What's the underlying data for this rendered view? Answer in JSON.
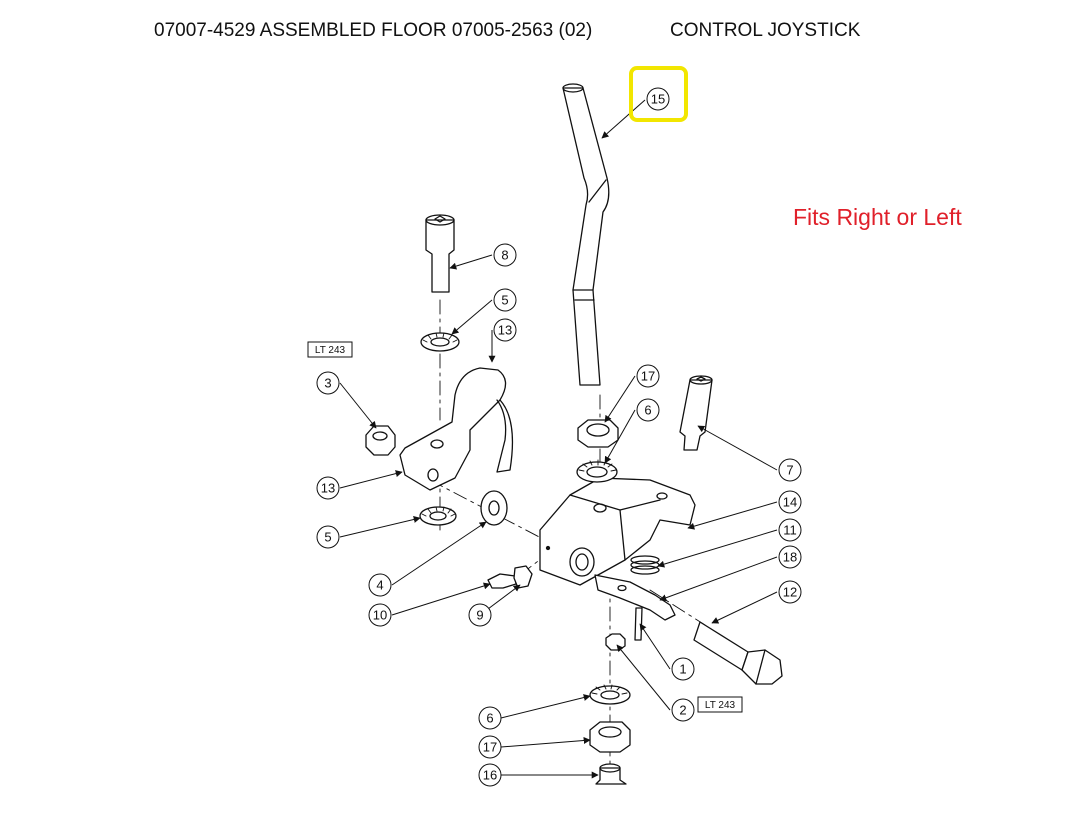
{
  "header": {
    "title_left": "07007-4529 ASSEMBLED FLOOR  07005-2563 (02)",
    "title_right": "CONTROL JOYSTICK"
  },
  "note": "Fits Right or Left",
  "highlight": {
    "callout": "15",
    "color": "#f2e600"
  },
  "note_color": "#e0202a",
  "callouts": [
    "15",
    "8",
    "5",
    "13",
    "3",
    "13",
    "5",
    "4",
    "10",
    "9",
    "17",
    "6",
    "7",
    "14",
    "11",
    "18",
    "12",
    "1",
    "2",
    "6",
    "17",
    "16"
  ],
  "lt_labels": [
    "LT 243",
    "LT 243"
  ]
}
